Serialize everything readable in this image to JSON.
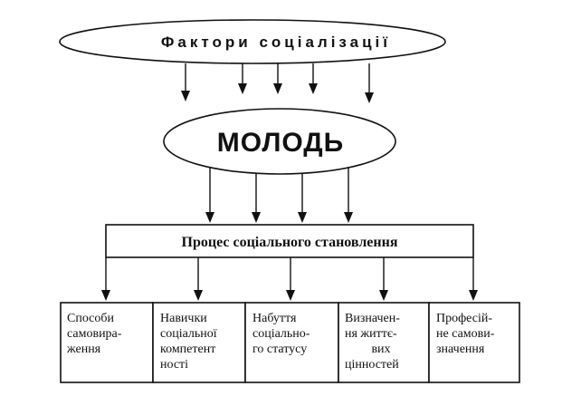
{
  "top_ellipse": {
    "label": "Фактори соціалізації"
  },
  "center_ellipse": {
    "label": "МОЛОДЬ"
  },
  "process_box": {
    "label": "Процес соціального становлення"
  },
  "result_boxes": [
    {
      "lines": [
        "Способи",
        "самовира-",
        "ження"
      ]
    },
    {
      "lines": [
        "Навички",
        "соціальної",
        "компетент",
        "ності"
      ]
    },
    {
      "lines": [
        "Набуття",
        "соціально-",
        "го статусу"
      ]
    },
    {
      "lines": [
        "Визначен-",
        "ня життє-",
        "вих",
        "цінностей"
      ]
    },
    {
      "lines": [
        "Професій-",
        "не самови-",
        "значення"
      ]
    }
  ]
}
